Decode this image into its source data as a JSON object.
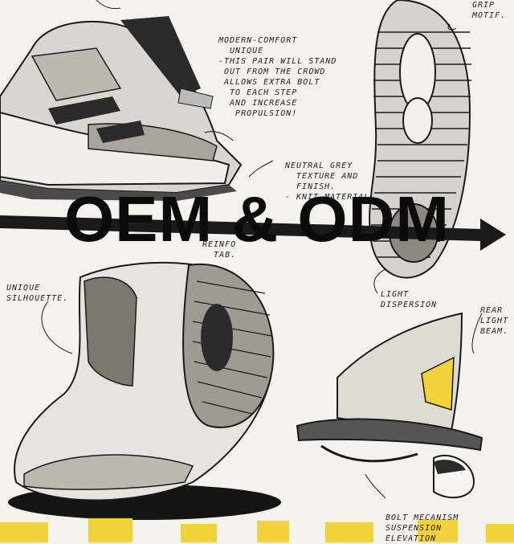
{
  "overlay_title": "OEM & ODM",
  "annotations": {
    "grip": "GRIP\nMOTIF.",
    "modern": "MODERN-COMFORT\n  UNIQUE\n-THIS PAIR WILL STAND\n OUT FROM THE CROWD\n ALLOWS EXTRA BOLT\n  TO EACH STEP\n  AND INCREASE\n   PROPULSION!",
    "neutral": "NEUTRAL GREY\n  TEXTURE AND\n  FINISH.\n- KNIT MATERIAL",
    "reinforced": "REINFO\n  TAB.",
    "unique": "UNIQUE\nSILHOUETTE.",
    "light": "LIGHT\nDISPERSION",
    "rear": "REAR\nLIGHT\nBEAM.",
    "bolt": "BOLT MECANISM\nSUSPENSION\nELEVATION"
  },
  "colors": {
    "paper": "#f4f2ec",
    "ink": "#1a1a1a",
    "grey": "#8f8f8f",
    "marker_yellow": "#f2d23a"
  }
}
